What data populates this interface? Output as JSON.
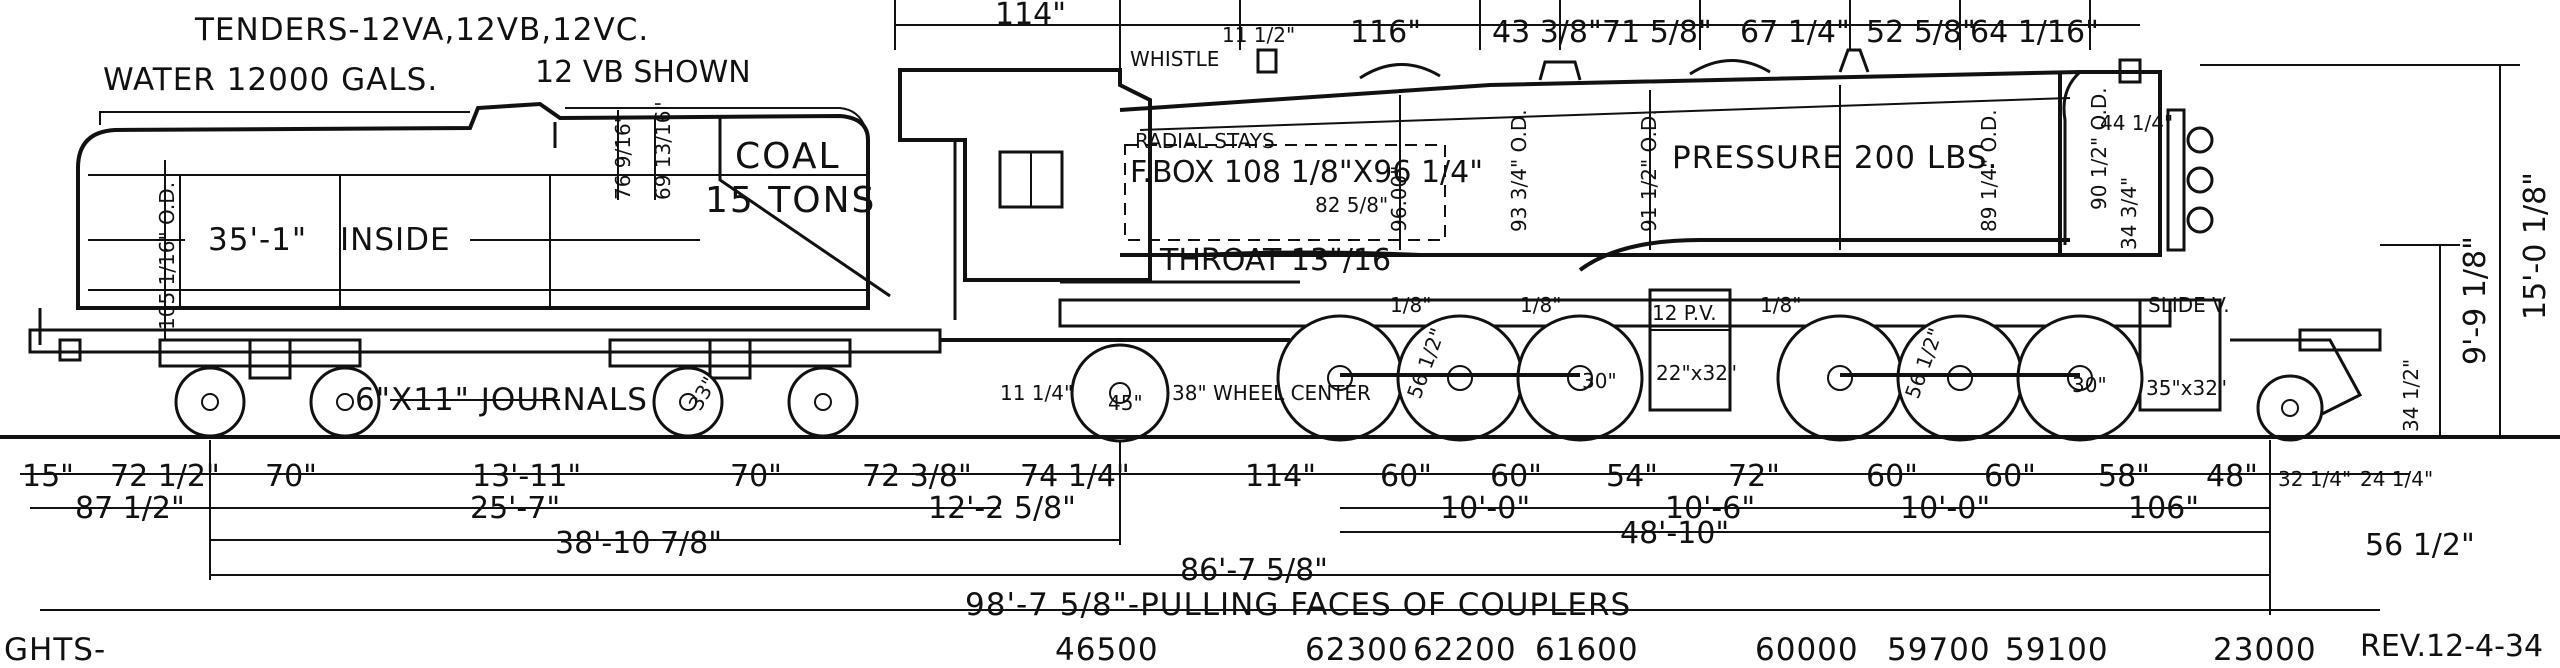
{
  "title": {
    "tenders": "TENDERS-12VA,12VB,12VC.",
    "water": "WATER 12000 GALS.",
    "shown": "12 VB SHOWN"
  },
  "tender": {
    "coal": "COAL",
    "coal_tons": "15 TONS",
    "inside": "INSIDE",
    "length": "35'-1\"",
    "od": "105 1/16\" O.D.",
    "h1": "76 9/16\"",
    "h2": "69 13/16\"",
    "journals": "6\"X11\" JOURNALS",
    "wheel": "33\""
  },
  "engine": {
    "whistle": "WHISTLE",
    "radial_stays": "RADIAL STAYS",
    "firebox": "F.BOX 108 1/8\"X96 1/4\"",
    "pressure": "PRESSURE 200 LBS.",
    "throat": "THROAT 13\"/16",
    "f_dim": "82 5/8\"",
    "od_96": "96.00\"",
    "od_93": "93 3/4\" O.D.",
    "od_91": "91 1/2\" O.D.",
    "od_89": "89 1/4\" O.D.",
    "od_90": "90 1/2\" O.D.",
    "h_34": "34 3/4\"",
    "h_44": "44 1/4\"",
    "d_18a": "1/8\"",
    "d_18b": "1/8\"",
    "d_18c": "1/8\"",
    "pv": "12 P.V.",
    "slide": "SLIDE V.",
    "cyl1": "22\"x32\"",
    "cyl2": "35\"x32\"",
    "wheel_center": "38\" WHEEL CENTER",
    "w45": "45\"",
    "w30a": "30\"",
    "w30b": "30\"",
    "w56a": "56 1/2\"",
    "w56b": "56 1/2\"",
    "h_11": "11 1/4\"",
    "h_34_2": "34 1/2\""
  },
  "top_dims": [
    "114\"",
    "11 1/2\"",
    "116\"",
    "43 3/8\"",
    "71 5/8\"",
    "67 1/4\"",
    "52 5/8\"",
    "64 1/16\""
  ],
  "right_dims": {
    "overall": "15'-0 1/8\"",
    "mid": "9'-9 1/8\""
  },
  "bottom_row1": [
    "15\"",
    "72 1/2\"",
    "70\"",
    "13'-11\"",
    "70\"",
    "72 3/8\"",
    "74 1/4\"",
    "114\"",
    "60\"",
    "60\"",
    "54\"",
    "72\"",
    "60\"",
    "60\"",
    "58\"",
    "48\"",
    "32 1/4\"",
    "24 1/4\""
  ],
  "bottom_row2": [
    "87 1/2\"",
    "25'-7\"",
    "12'-2 5/8\"",
    "10'-0\"",
    "10'-6\"",
    "10'-0\"",
    "106\""
  ],
  "bottom_row3": [
    "38'-10 7/8\"",
    "48'-10\""
  ],
  "bottom_row4": [
    "86'-7 5/8\"",
    "56 1/2\""
  ],
  "bottom_row5": "98'-7 5/8\"-PULLING FACES OF COUPLERS",
  "weights_label": "GHTS-",
  "weights": [
    "46500",
    "62300",
    "62200",
    "61600",
    "60000",
    "59700",
    "59100",
    "23000"
  ],
  "revision": "REV.12-4-34",
  "cut_header": "· · ."
}
